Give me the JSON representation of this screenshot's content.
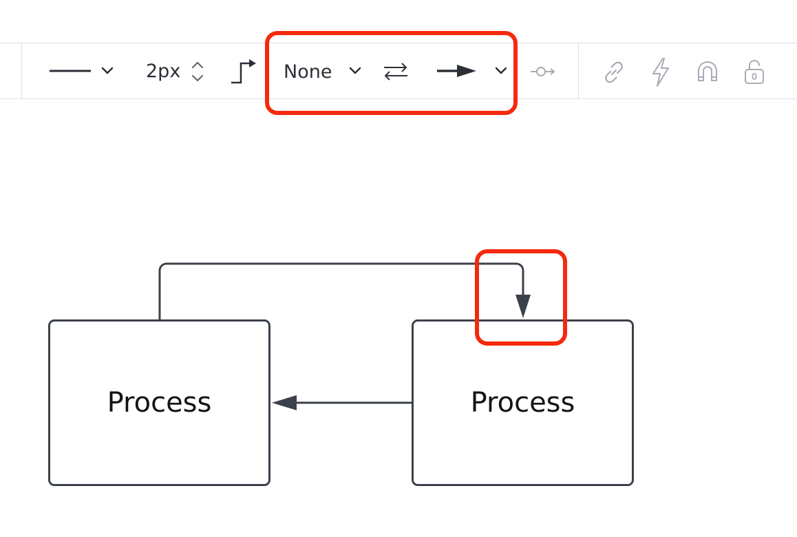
{
  "toolbar": {
    "line_style": {
      "icon": "solid-line-icon",
      "dropdown_icon": "chevron-down-icon"
    },
    "line_width": {
      "value": "2px",
      "stepper_icon": "up-down-stepper-icon"
    },
    "waypoint": {
      "icon": "orthogonal-connector-icon"
    },
    "start_arrow": {
      "value": "None",
      "dropdown_icon": "chevron-down-icon"
    },
    "swap": {
      "icon": "swap-arrows-icon"
    },
    "end_arrow": {
      "icon": "arrow-head-icon",
      "dropdown_icon": "chevron-down-icon"
    },
    "connection_point": {
      "icon": "connection-point-icon"
    },
    "actions": [
      {
        "name": "link",
        "icon": "link-icon"
      },
      {
        "name": "action",
        "icon": "lightning-icon"
      },
      {
        "name": "magnet",
        "icon": "magnet-icon"
      },
      {
        "name": "lock",
        "icon": "unlock-icon"
      }
    ]
  },
  "diagram": {
    "nodes": [
      {
        "id": "left",
        "label": "Process"
      },
      {
        "id": "right",
        "label": "Process"
      }
    ],
    "edges": [
      {
        "from": "left",
        "to": "right",
        "route": "top-loop",
        "end_arrow": "filled"
      },
      {
        "from": "right",
        "to": "left",
        "route": "straight",
        "end_arrow": "filled"
      }
    ]
  },
  "colors": {
    "stroke": "#3b414b",
    "muted_icon": "#a7abb3",
    "highlight": "#f5290d",
    "border": "#dcdfe4"
  }
}
